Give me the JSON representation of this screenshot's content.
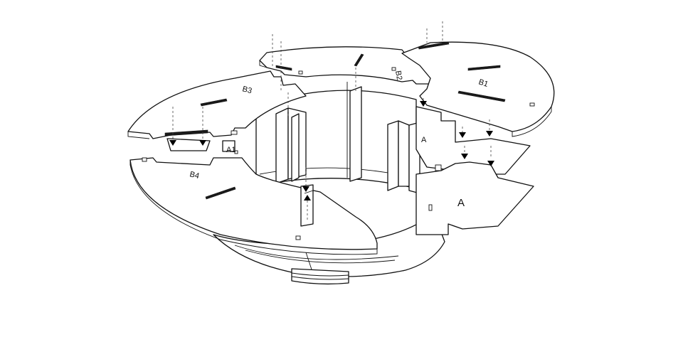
{
  "part_labels": {
    "b4": "B4",
    "b3": "B3",
    "b2": "B2",
    "b1": "B1",
    "a1": "A1",
    "a_small": "A",
    "a_large": "A"
  }
}
